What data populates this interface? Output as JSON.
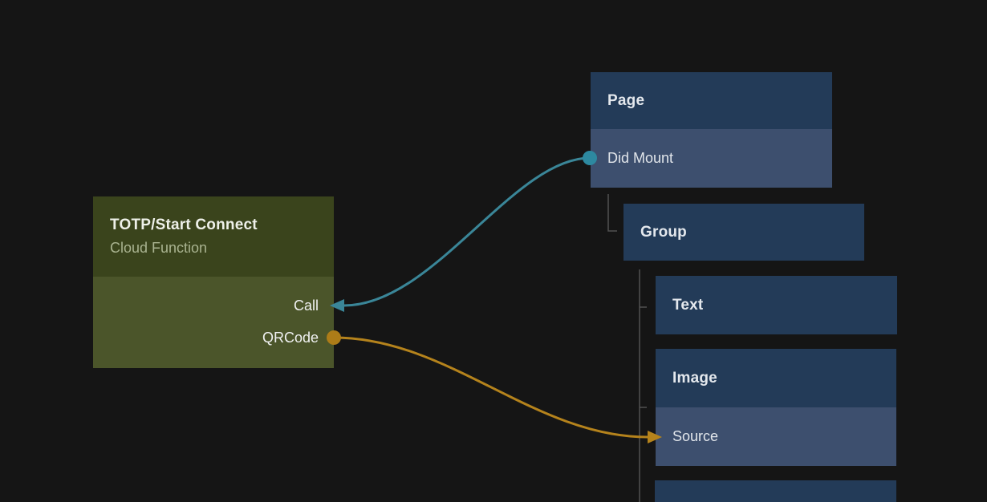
{
  "canvas": {
    "background_color": "#151515",
    "tree_line_color": "#525252"
  },
  "nodes": {
    "cloud_function": {
      "title": "TOTP/Start Connect",
      "subtitle": "Cloud Function",
      "header_color": "#3a441c",
      "body_color": "#4b552a",
      "outputs": [
        {
          "label": "Call"
        },
        {
          "label": "QRCode"
        }
      ]
    },
    "page": {
      "title": "Page",
      "trigger": "Did Mount",
      "header_color": "#233b58",
      "row_color": "#3d4f6e"
    },
    "group": {
      "title": "Group"
    },
    "text": {
      "title": "Text"
    },
    "image": {
      "title": "Image",
      "property": "Source"
    }
  },
  "wires": {
    "did_mount_to_call": {
      "from": "Did Mount",
      "to": "Call",
      "color": "#3a8698",
      "port_color": "#2d89a0"
    },
    "qrcode_to_source": {
      "from": "QRCode",
      "to": "Source",
      "color": "#b5831c",
      "port_color": "#ad7c18"
    }
  }
}
